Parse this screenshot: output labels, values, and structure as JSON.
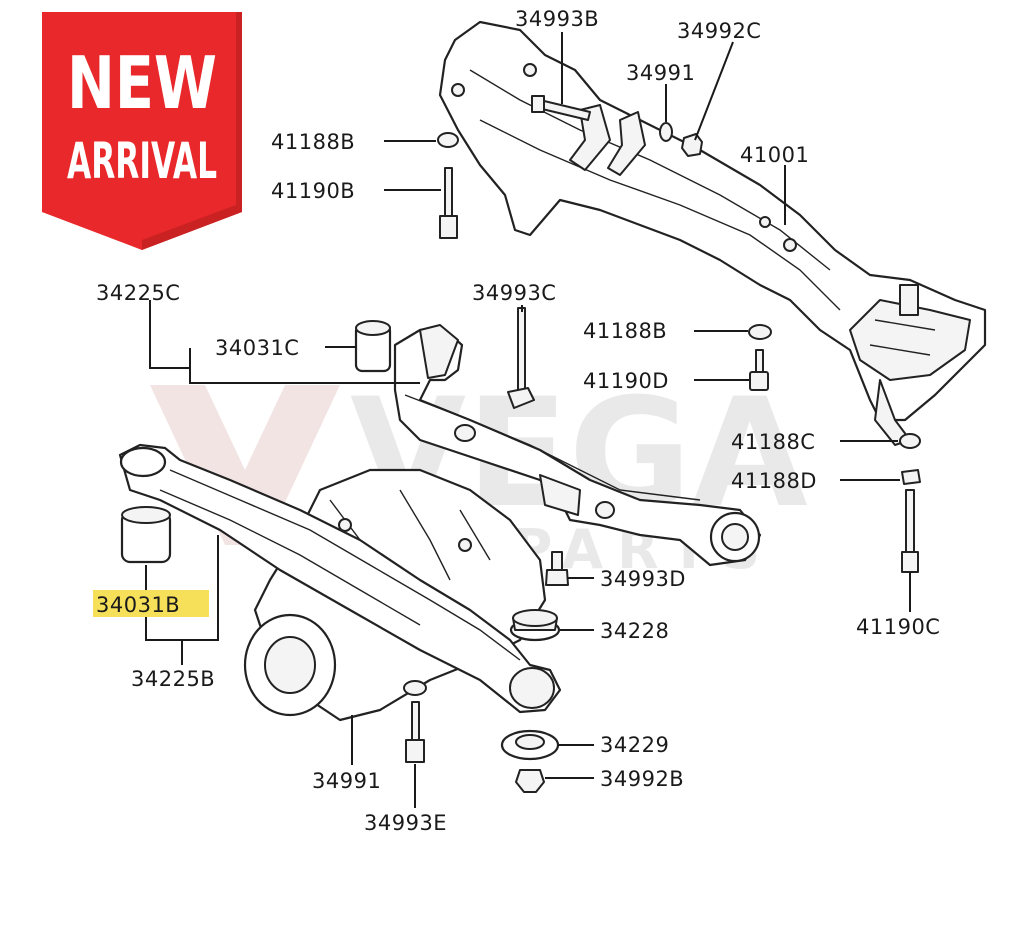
{
  "badge": {
    "line1": "NEW",
    "line2": "ARRIVAL",
    "color": "#e8282a"
  },
  "watermark": {
    "line1": "VEGA",
    "line2": "AUTOPARTS"
  },
  "highlight_color": "#f6e05a",
  "parts": {
    "p34993B": "34993B",
    "p34992C": "34992C",
    "p34991_top": "34991",
    "p41188B_top": "41188B",
    "p41190B": "41190B",
    "p41001": "41001",
    "p34225C": "34225C",
    "p34993C": "34993C",
    "p34031C": "34031C",
    "p41188B_mid": "41188B",
    "p41190D": "41190D",
    "p41188C": "41188C",
    "p41188D": "41188D",
    "p34031B": "34031B",
    "p34993D": "34993D",
    "p34228": "34228",
    "p41190C": "41190C",
    "p34225B": "34225B",
    "p34229": "34229",
    "p34991_bottom": "34991",
    "p34992B": "34992B",
    "p34993E": "34993E"
  }
}
